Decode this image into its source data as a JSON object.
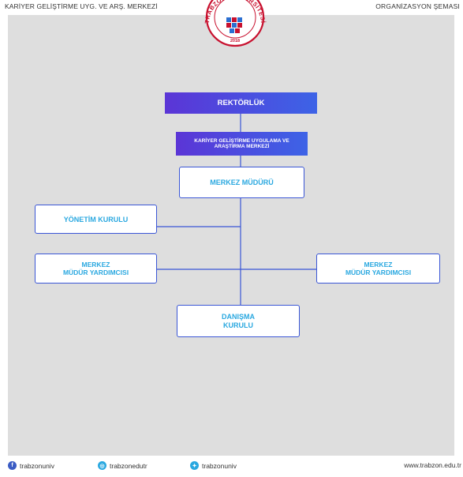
{
  "header": {
    "left_title": "KARİYER GELİŞTİRME UYG. VE ARŞ. MERKEZİ",
    "right_title": "ORGANİZASYON ŞEMASI"
  },
  "logo": {
    "arc_text": "TRABZON ÜNİVERSİTESİ",
    "year": "2018"
  },
  "org_chart": {
    "rektorluk": "REKTÖRLÜK",
    "merkez": "KARİYER GELİŞTİRME UYGULAMA VE ARAŞTIRMA MERKEZİ",
    "merkez_muduru": "MERKEZ MÜDÜRÜ",
    "yonetim_kurulu": "YÖNETİM KURULU",
    "yardimcisi_left": {
      "line1": "MERKEZ",
      "line2": "MÜDÜR YARDIMCISI"
    },
    "yardimcisi_right": {
      "line1": "MERKEZ",
      "line2": "MÜDÜR YARDIMCISI"
    },
    "danisma": {
      "line1": "DANIŞMA",
      "line2": "KURULU"
    }
  },
  "footer": {
    "facebook": "trabzonuniv",
    "instagram": "trabzonedutr",
    "twitter": "trabzonuniv",
    "website": "www.trabzon.edu.tr"
  },
  "colors": {
    "accent_purple": "#5b35d6",
    "accent_blue": "#3a56d6",
    "node_text": "#2aa8e0",
    "panel_bg": "#dedede"
  },
  "icons": {
    "facebook": "facebook-icon",
    "instagram": "instagram-icon",
    "twitter": "twitter-icon"
  }
}
